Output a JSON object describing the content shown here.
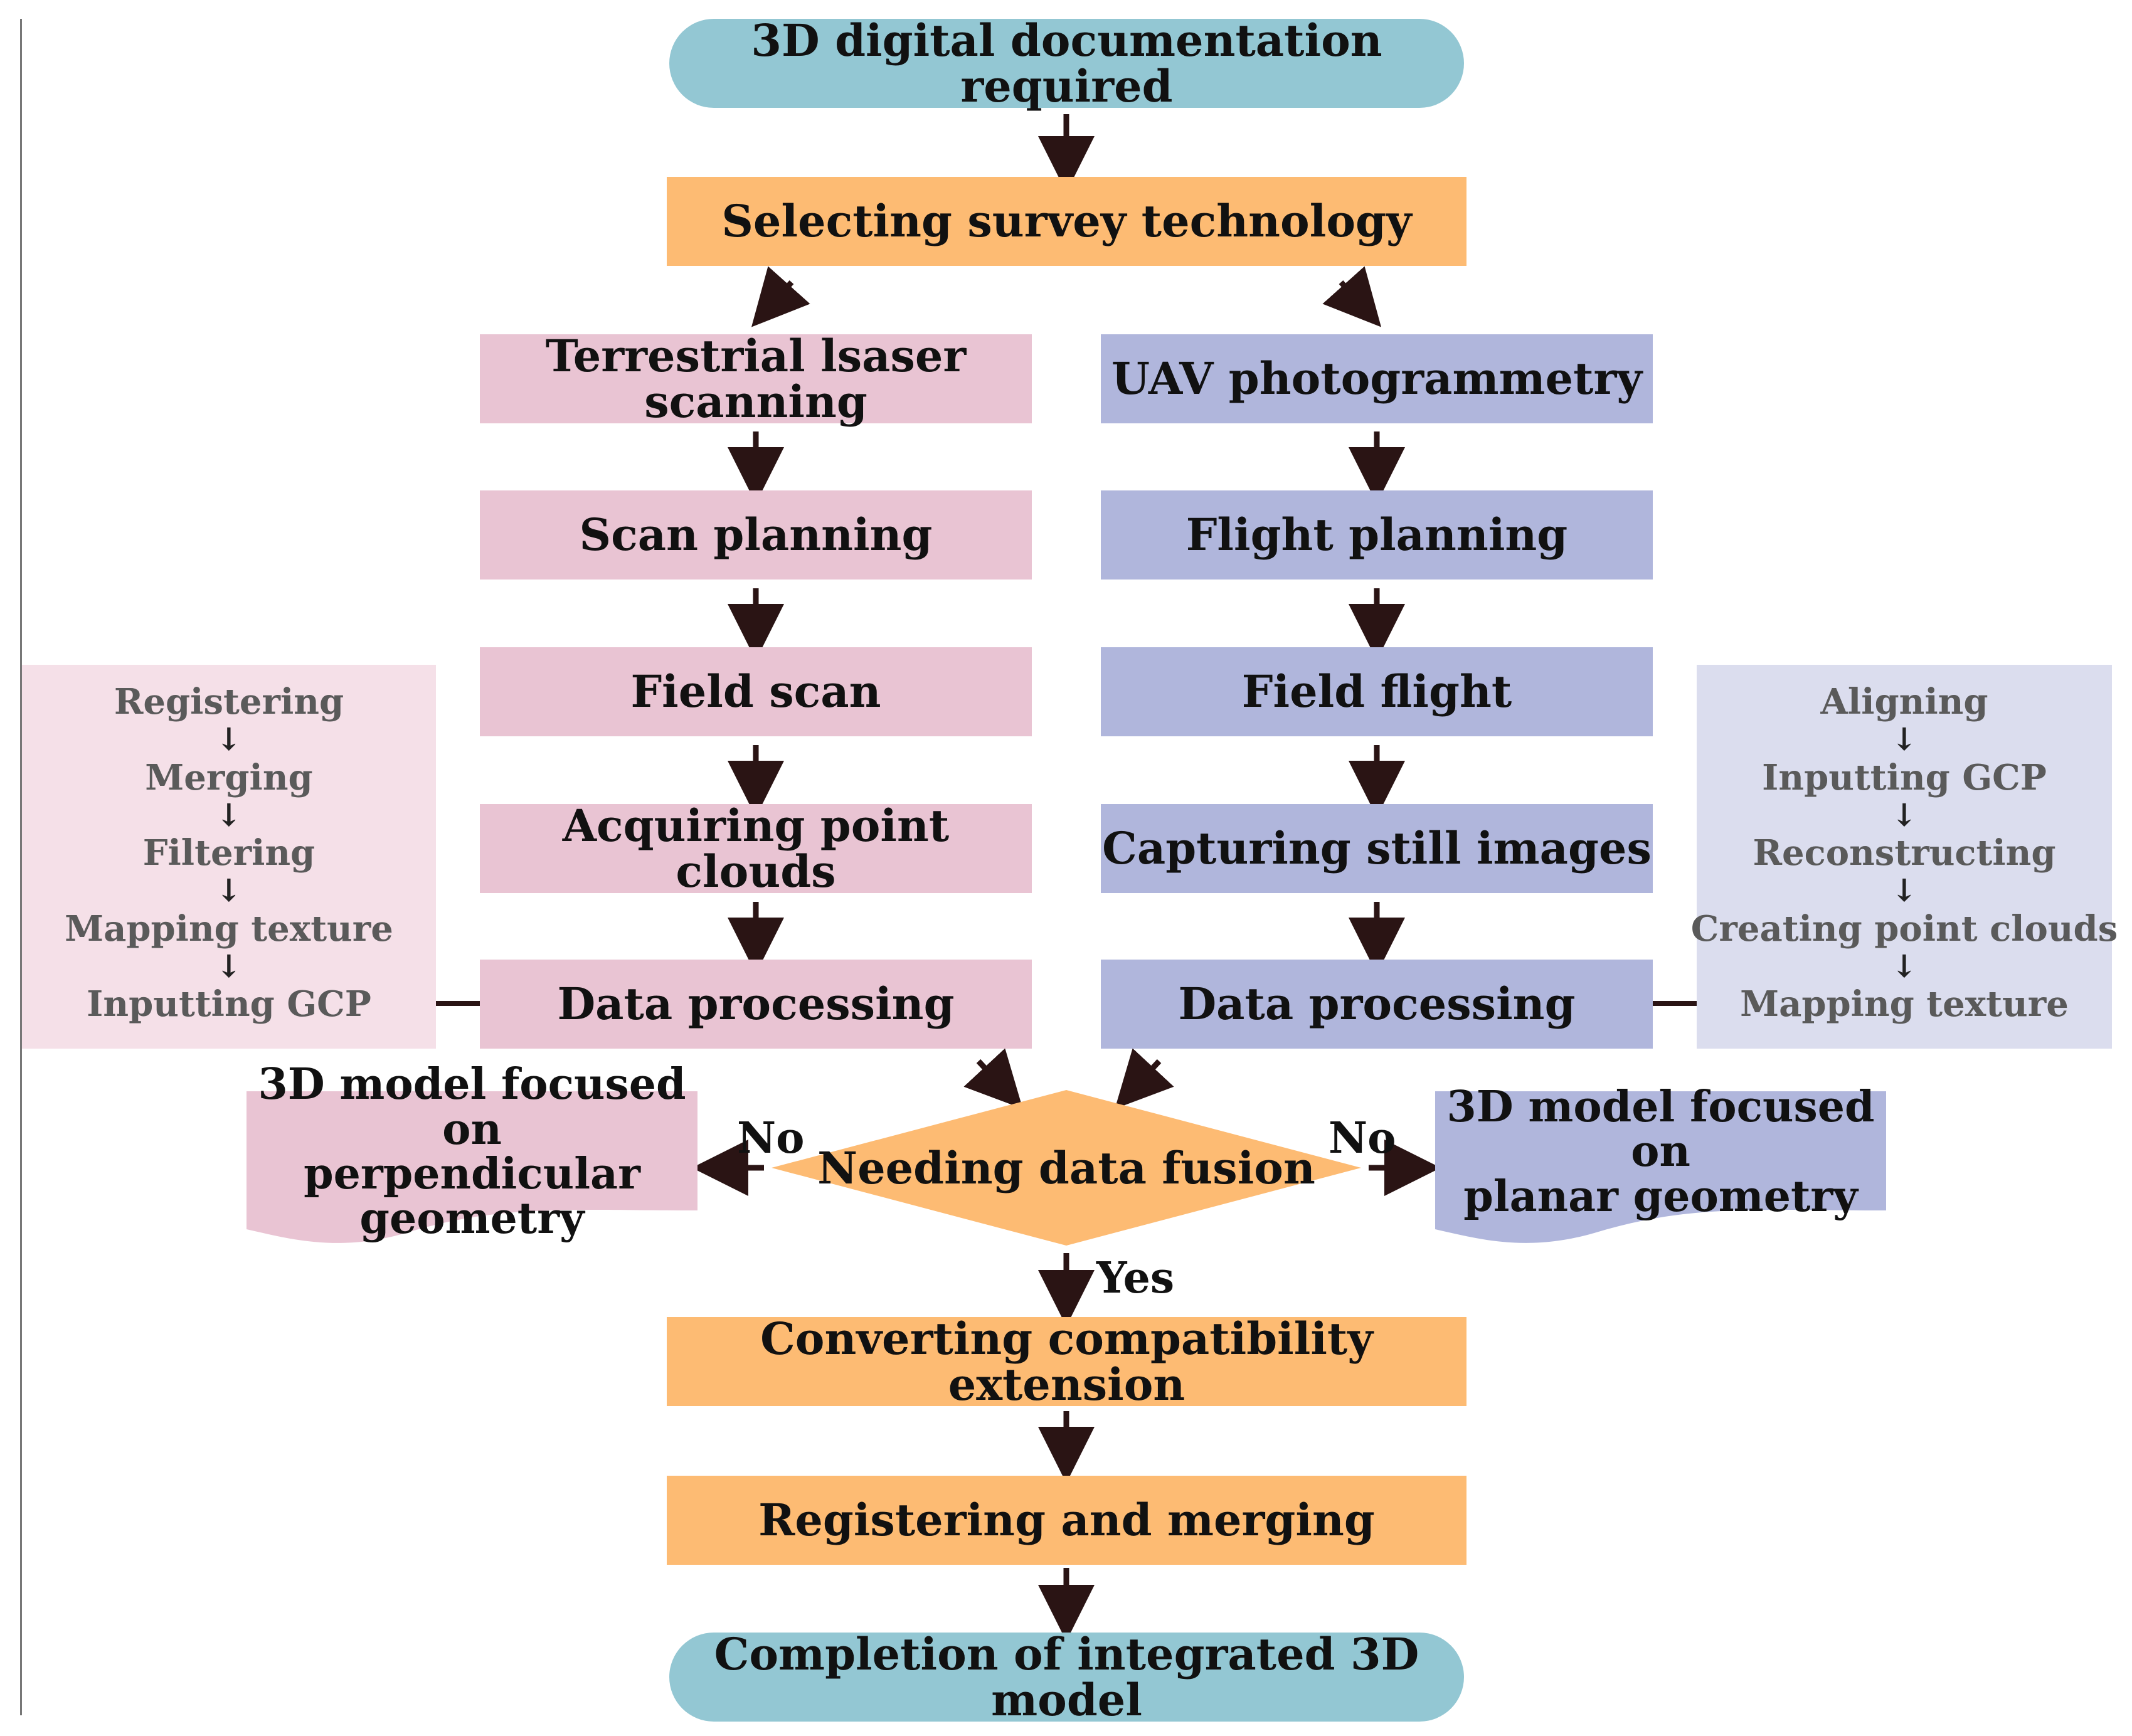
{
  "flowchart": {
    "start": "3D digital documentation required",
    "select": "Selecting survey technology",
    "left_branch": {
      "title": "Terrestrial lsaser scanning",
      "steps": [
        "Scan planning",
        "Field scan",
        "Acquiring point clouds",
        "Data processing"
      ],
      "sub_steps": [
        "Registering",
        "Merging",
        "Filtering",
        "Mapping texture",
        "Inputting GCP"
      ]
    },
    "right_branch": {
      "title": "UAV photogrammetry",
      "steps": [
        "Flight planning",
        "Field flight",
        "Capturing still images",
        "Data processing"
      ],
      "sub_steps": [
        "Aligning",
        "Inputting GCP",
        "Reconstructing",
        "Creating point clouds",
        "Mapping texture"
      ]
    },
    "decision": "Needing data fusion",
    "no_label_left": "No",
    "no_label_right": "No",
    "yes_label": "Yes",
    "left_output": [
      "3D model focused on",
      "perpendicular geometry"
    ],
    "right_output": [
      "3D model focused on",
      "planar geometry"
    ],
    "convert": "Converting compatibility extension",
    "register": "Registering and merging",
    "end": "Completion of integrated 3D model"
  },
  "colors": {
    "pill": "#93c7d3",
    "orange": "#fdbb73",
    "pink": "#e9c4d3",
    "blue": "#b0b6dc",
    "pink_panel": "#f5e0e8",
    "blue_panel": "#dbddee",
    "arrow": "#2a1414"
  }
}
